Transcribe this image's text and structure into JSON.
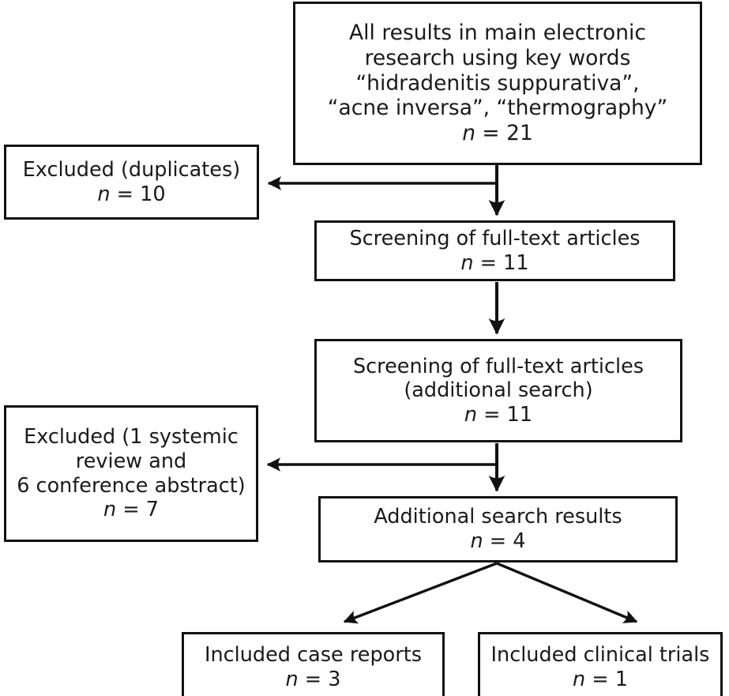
{
  "diagram": {
    "title": "Study selection flow diagram",
    "type": "prisma-flowchart",
    "background_color": "#ffffff",
    "line_color": "#111111",
    "text_color": "#1a1a1a"
  },
  "nodes": {
    "all_results": {
      "lines": [
        "All results in main electronic",
        "research using key words",
        "“hidradenitis suppurativa”,",
        "“acne inversa”, “thermography”"
      ],
      "n_label": "n",
      "n_equals": "=",
      "n_value": "21",
      "n_text": "n = 21"
    },
    "excluded_duplicates": {
      "lines": [
        "Excluded (duplicates)"
      ],
      "n_label": "n",
      "n_equals": "=",
      "n_value": "10",
      "n_text": "n = 10"
    },
    "screening_1": {
      "lines": [
        "Screening of full-text articles"
      ],
      "n_label": "n",
      "n_equals": "=",
      "n_value": "11",
      "n_text": "n = 11"
    },
    "screening_2": {
      "lines": [
        "Screening of full-text articles",
        "(additional search)"
      ],
      "n_label": "n",
      "n_equals": "=",
      "n_value": "11",
      "n_text": "n = 11"
    },
    "excluded_review": {
      "lines": [
        "Excluded (1 systemic",
        "review and",
        "6 conference abstract)"
      ],
      "n_label": "n",
      "n_equals": "=",
      "n_value": "7",
      "n_text": "n = 7"
    },
    "additional_results": {
      "lines": [
        "Additional search results"
      ],
      "n_label": "n",
      "n_equals": "=",
      "n_value": "4",
      "n_text": "n = 4"
    },
    "included_case_reports": {
      "lines": [
        "Included case reports"
      ],
      "n_label": "n",
      "n_equals": "=",
      "n_value": "3",
      "n_text": "n = 3"
    },
    "included_clinical_trials": {
      "lines": [
        "Included clinical trials"
      ],
      "n_label": "n",
      "n_equals": "=",
      "n_value": "1",
      "n_text": "n = 1"
    }
  },
  "connectors": [
    {
      "id": "all-results-to-screening-1",
      "from": "all_results",
      "to": "screening_1",
      "direction": "down"
    },
    {
      "id": "all-results-to-excluded-duplicates",
      "from": "all_results",
      "to": "excluded_duplicates",
      "direction": "left"
    },
    {
      "id": "screening-1-to-screening-2",
      "from": "screening_1",
      "to": "screening_2",
      "direction": "down"
    },
    {
      "id": "screening-2-to-additional-results",
      "from": "screening_2",
      "to": "additional_results",
      "direction": "down"
    },
    {
      "id": "screening-2-to-excluded-review",
      "from": "screening_2",
      "to": "excluded_review",
      "direction": "left"
    },
    {
      "id": "additional-results-to-included-case-reports",
      "from": "additional_results",
      "to": "included_case_reports",
      "direction": "down-left"
    },
    {
      "id": "additional-results-to-included-clinical-trials",
      "from": "additional_results",
      "to": "included_clinical_trials",
      "direction": "down-right"
    }
  ]
}
